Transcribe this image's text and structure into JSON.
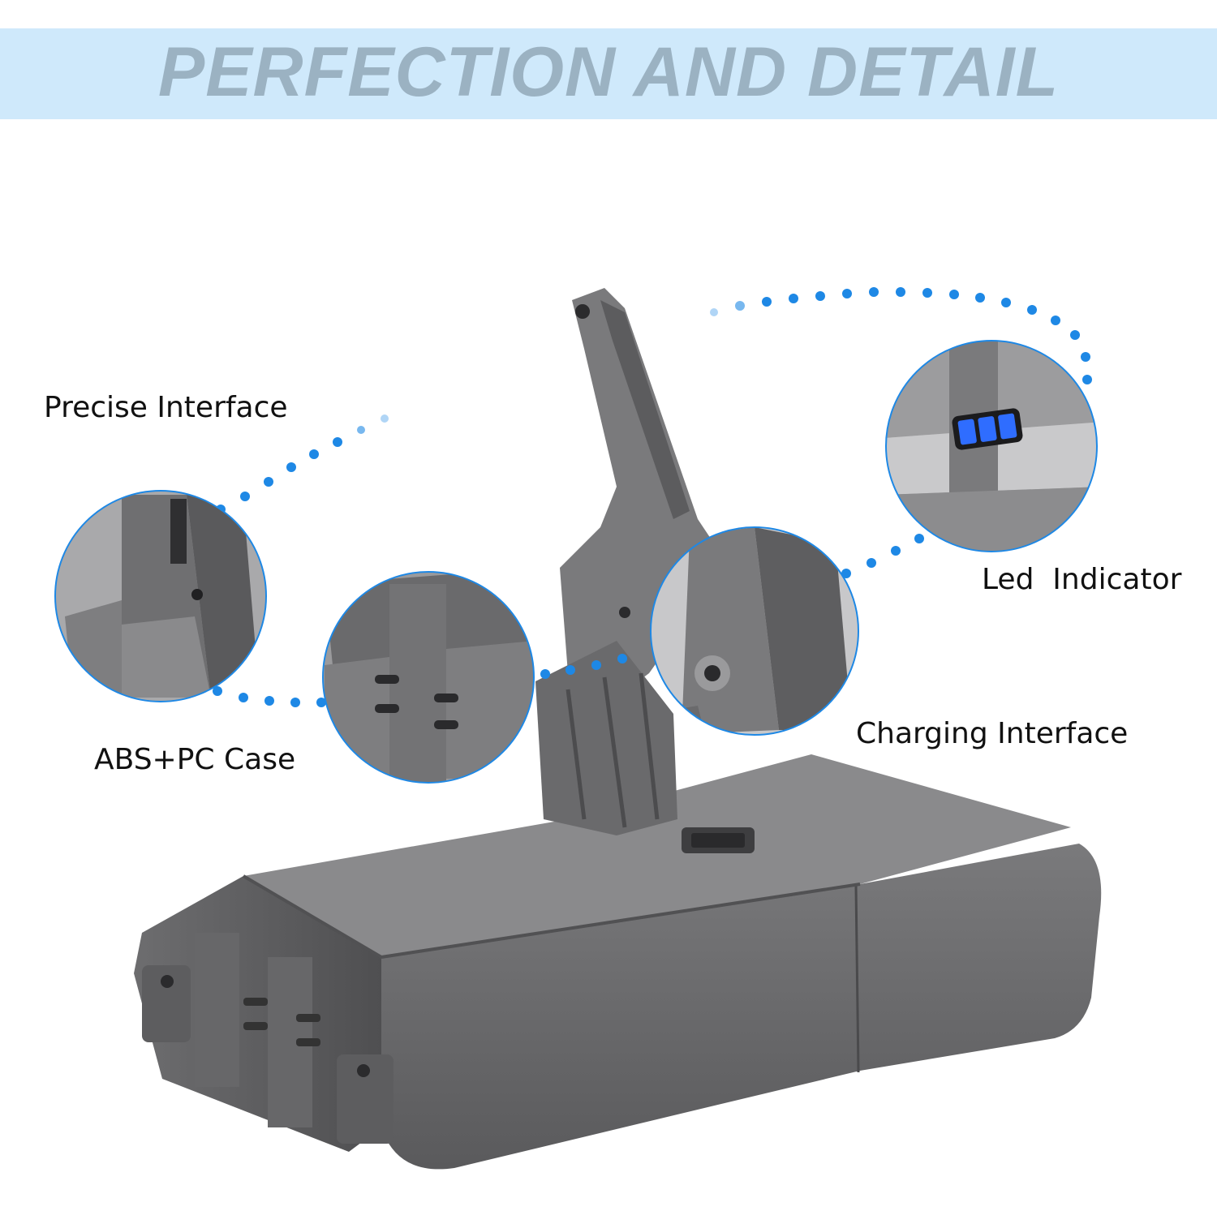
{
  "banner": {
    "title": "PERFECTION AND DETAIL"
  },
  "callouts": {
    "precise_interface": "Precise Interface",
    "abs_pc_case": "ABS+PC Case",
    "led_indicator": "Led  Indicator",
    "charging_interface": "Charging Interface"
  },
  "colors": {
    "banner_bg": "#cfe9fb",
    "banner_text": "#9bb2c2",
    "dot_accent": "#1e88e5",
    "led_blue": "#2f6dff",
    "battery_body": "#6f6f71"
  }
}
